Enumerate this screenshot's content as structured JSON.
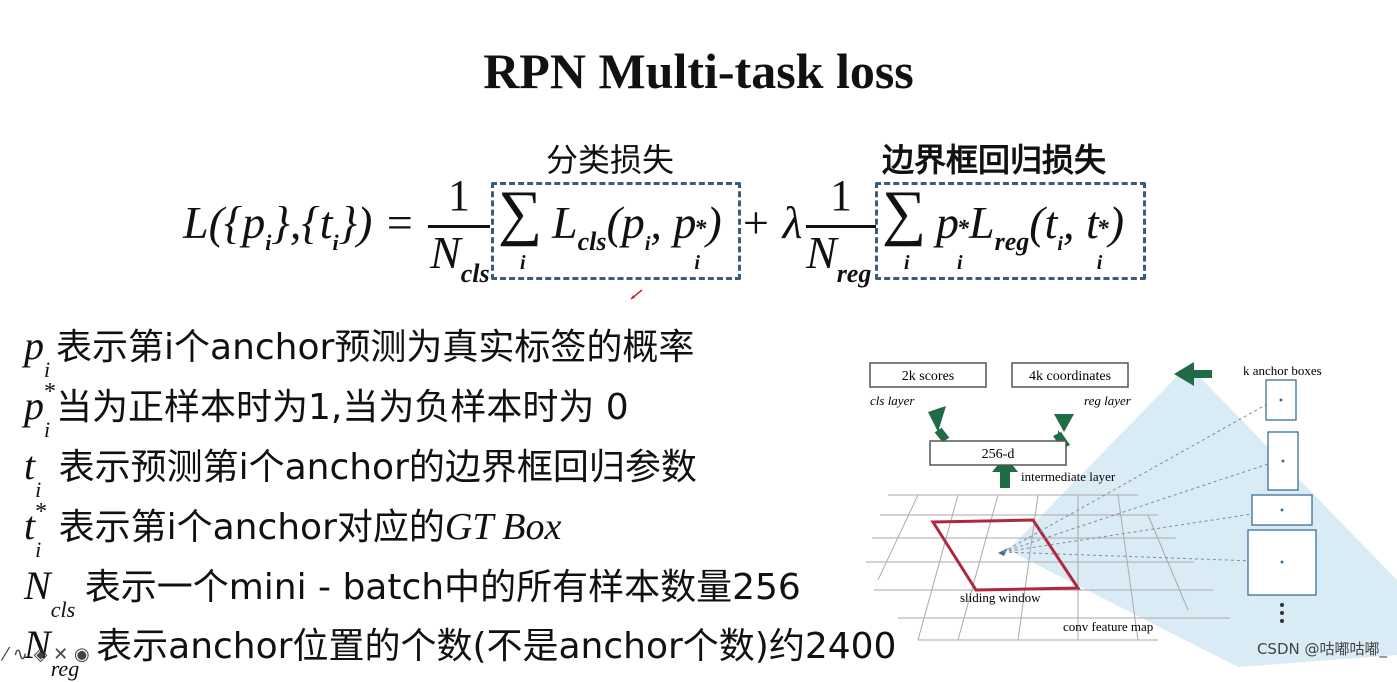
{
  "title": "RPN Multi-task loss",
  "captions": {
    "cls_loss": "分类损失",
    "reg_loss": "边界框回归损失"
  },
  "formula": {
    "lhs": "L({p",
    "lhs_i1": "i",
    "lhs_mid": "},{t",
    "lhs_i2": "i",
    "lhs_end": "}) =",
    "one": "1",
    "ncls_n": "N",
    "ncls_sub": "cls",
    "sum": "∑",
    "sum_i": "i",
    "lcls": "L",
    "lcls_sub": "cls",
    "lcls_args": "(p",
    "lcls_args_i": "i",
    "lcls_args2": ", p",
    "lcls_star": "*",
    "lcls_args2_i": "i",
    "lcls_close": ")",
    "plus_lambda": "+ λ",
    "one2": "1",
    "nreg_n": "N",
    "nreg_sub": "reg",
    "sum2": "∑",
    "sum2_i": "i",
    "preg": "p",
    "preg_star": "*",
    "preg_i": "i",
    "lreg": "L",
    "lreg_sub": "reg",
    "lreg_args": "(t",
    "lreg_args_i": "i",
    "lreg_args2": ", t",
    "lreg_star": "*",
    "lreg_args2_i": "i",
    "lreg_close": ")"
  },
  "definitions": [
    {
      "sym": "p",
      "sub": "i",
      "sup": "",
      "text": "表示第i个anchor预测为真实标签的概率"
    },
    {
      "sym": "p",
      "sub": "i",
      "sup": "*",
      "text": "当为正样本时为1,当为负样本时为 0"
    },
    {
      "sym": "t",
      "sub": "i",
      "sup": "",
      "text": " 表示预测第i个anchor的边界框回归参数"
    },
    {
      "sym": "t",
      "sub": "i",
      "sup": "*",
      "text": " 表示第i个anchor对应的",
      "tail": "GT Box"
    },
    {
      "sym": "N",
      "sub": "cls",
      "sup": "",
      "text": "表示一个mini - batch中的所有样本数量256"
    },
    {
      "sym": "N",
      "sub": "reg",
      "sup": "",
      "text": " 表示anchor位置的个数(不是anchor个数)约2400"
    }
  ],
  "diagram": {
    "scores_label": "2k scores",
    "coords_label": "4k coordinates",
    "cls_layer": "cls layer",
    "reg_layer": "reg layer",
    "inter_box": "256-d",
    "inter_layer": "intermediate layer",
    "sliding_window": "sliding window",
    "feature_map": "conv feature map",
    "anchor_boxes": "k anchor boxes",
    "colors": {
      "arrow": "#1e6b45",
      "window": "#b0283c",
      "beam": "#cfe6f2",
      "anchor": "#3a6f9a"
    }
  },
  "footer": "CSDN @咕嘟咕嘟_"
}
